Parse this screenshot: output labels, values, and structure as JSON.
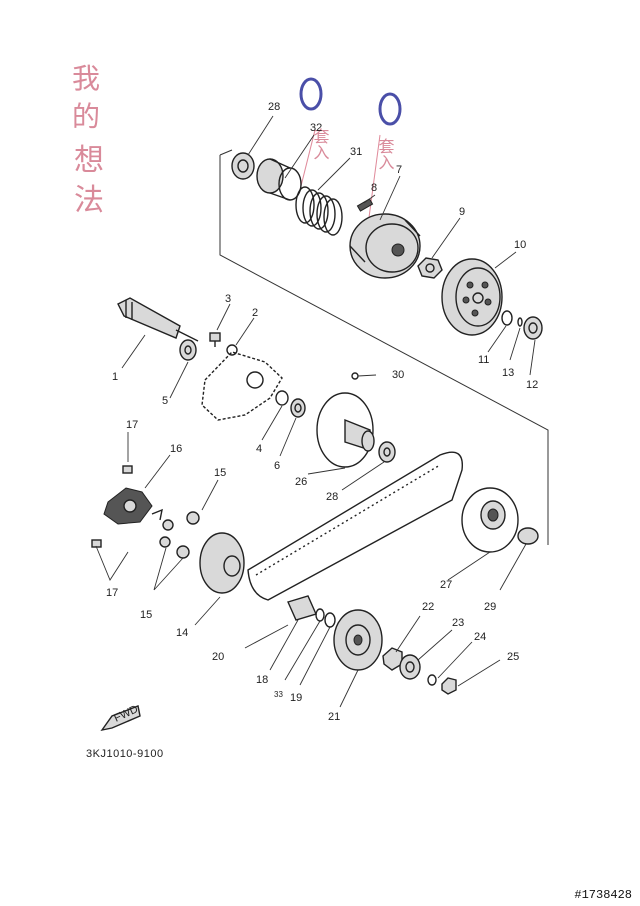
{
  "handwriting": {
    "note_vertical": [
      "我",
      "的",
      "想",
      "法"
    ],
    "mark_left": "套入",
    "mark_right": "套入"
  },
  "part_numbers": {
    "p28a": "28",
    "p32": "32",
    "p31": "31",
    "p8": "8",
    "p7": "7",
    "p9": "9",
    "p10": "10",
    "p3": "3",
    "p2": "2",
    "p1": "1",
    "p5": "5",
    "p11": "11",
    "p13": "13",
    "p12": "12",
    "p30": "30",
    "p4": "4",
    "p6": "6",
    "p26": "26",
    "p28b": "28",
    "p17a": "17",
    "p16": "16",
    "p15a": "15",
    "p17b": "17",
    "p15b": "15",
    "p14": "14",
    "p27": "27",
    "p29": "29",
    "p20": "20",
    "p22": "22",
    "p23": "23",
    "p24": "24",
    "p25": "25",
    "p18": "18",
    "p33": "33",
    "p19": "19",
    "p21": "21"
  },
  "fwd_label": "FWD",
  "diagram_code": "3KJ1010-9100",
  "watermark": "#1738428"
}
